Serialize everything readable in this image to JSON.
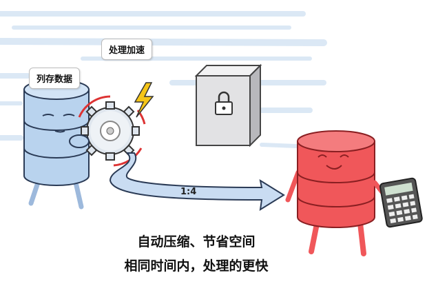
{
  "labels": {
    "columnar_data": "列存数据",
    "processing_speedup": "处理加速",
    "ratio": "1:4"
  },
  "captions": {
    "line1": "自动压缩、节省空间",
    "line2": "相同时间内，处理的更快"
  },
  "colors": {
    "blue_cylinder": "#b9d3ee",
    "red_cylinder": "#f0575a",
    "arrow": "#c9dcf2",
    "lock_box": "#e2e2e4"
  }
}
